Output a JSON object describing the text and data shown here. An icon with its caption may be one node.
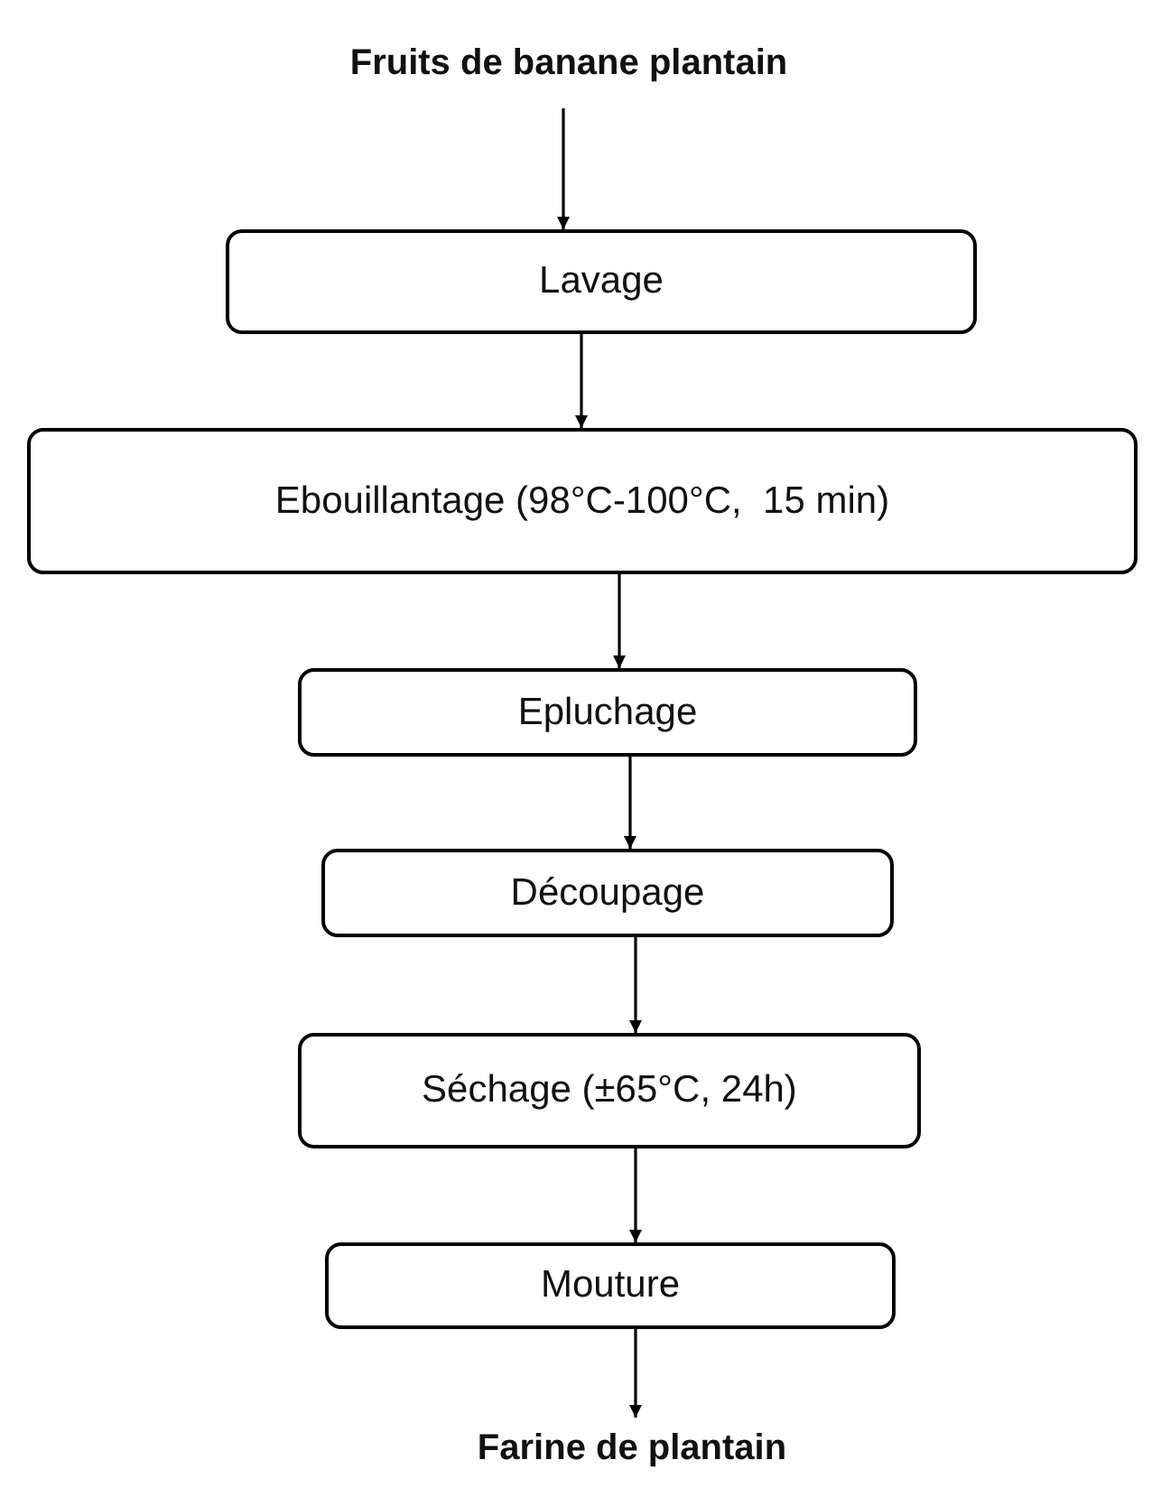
{
  "diagram": {
    "nodes": [
      {
        "text": [
          "Fruits de banane plantain"
        ]
      },
      {
        "text": [
          "Lavage"
        ]
      },
      {
        "text": [
          "Ebouillantage (98°C-100°C,  15 min)"
        ]
      },
      {
        "text": [
          "Epluchage"
        ]
      },
      {
        "text": [
          "Découpage"
        ]
      },
      {
        "text": [
          "Séchage (±65°C, 24h)"
        ]
      },
      {
        "text": [
          "Mouture"
        ]
      },
      {
        "text": [
          "Farine de plantain"
        ]
      }
    ],
    "edges": [
      {
        "from": 0,
        "to": 1,
        "arrow": "to"
      },
      {
        "from": 1,
        "to": 2,
        "arrow": "to"
      },
      {
        "from": 2,
        "to": 3,
        "arrow": "to"
      },
      {
        "from": 3,
        "to": 4,
        "arrow": "to"
      },
      {
        "from": 4,
        "to": 5,
        "arrow": "to"
      },
      {
        "from": 5,
        "to": 6,
        "arrow": "to"
      },
      {
        "from": 6,
        "to": 7,
        "arrow": "to"
      }
    ]
  }
}
